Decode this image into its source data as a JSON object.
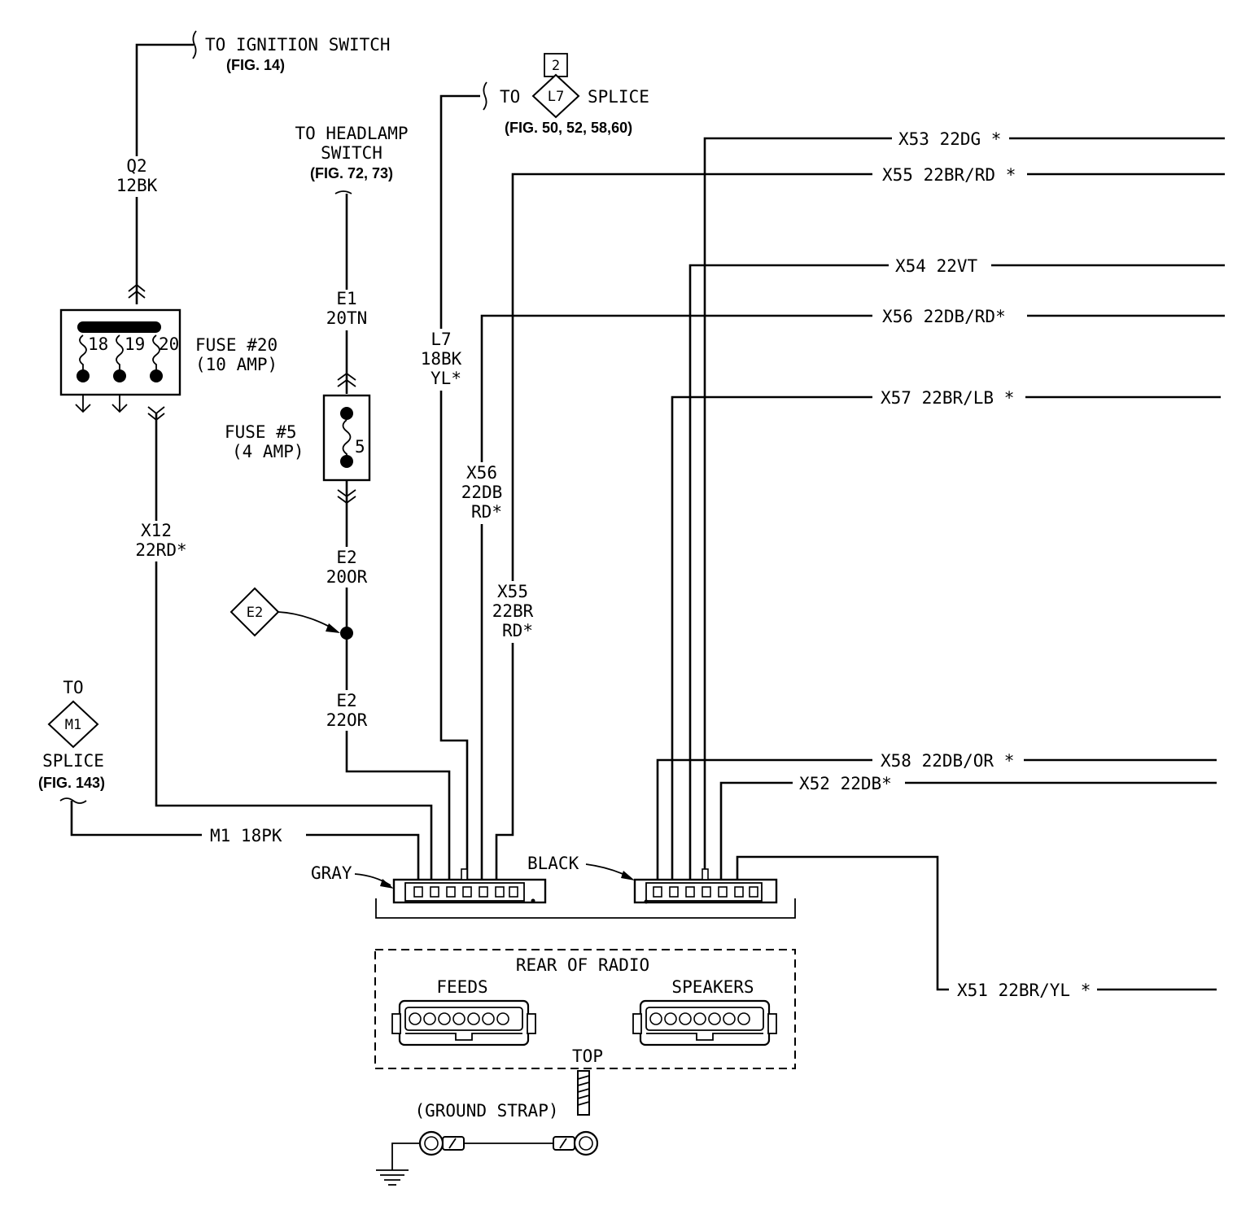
{
  "ignition": {
    "line1": "TO IGNITION SWITCH",
    "ref": "(FIG. 14)"
  },
  "l7_splice": {
    "to": "TO",
    "connector_id": "L7",
    "splice": "SPLICE",
    "badge": "2",
    "ref": "(FIG. 50, 52, 58,60)"
  },
  "headlamp": {
    "line1": "TO HEADLAMP",
    "line2": "SWITCH",
    "ref": "(FIG. 72, 73)"
  },
  "fuse20": {
    "title": "FUSE #20",
    "rating": "(10 AMP)",
    "terminals": [
      "18",
      "19",
      "20"
    ]
  },
  "fuse5": {
    "title": "FUSE #5",
    "rating": "(4 AMP)",
    "number": "5"
  },
  "m1_splice": {
    "to": "TO",
    "connector_id": "M1",
    "splice": "SPLICE",
    "ref": "(FIG. 143)"
  },
  "e2_marker": "E2",
  "wires": {
    "q2": {
      "circuit": "Q2",
      "gauge": "12BK"
    },
    "e1": {
      "circuit": "E1",
      "gauge": "20TN"
    },
    "l7": {
      "circuit": "L7",
      "gauge": "18BK",
      "tracer": "YL*"
    },
    "x56v": {
      "circuit": "X56",
      "gauge": "22DB",
      "tracer": "RD*"
    },
    "x55v": {
      "circuit": "X55",
      "gauge": "22BR",
      "tracer": "RD*"
    },
    "x12": {
      "circuit": "X12",
      "gauge": "22RD*"
    },
    "e2a": {
      "circuit": "E2",
      "gauge": "20OR"
    },
    "e2b": {
      "circuit": "E2",
      "gauge": "22OR"
    },
    "m1": "M1 18PK",
    "x53": "X53 22DG *",
    "x55": "X55 22BR/RD *",
    "x54": "X54 22VT",
    "x56": "X56 22DB/RD*",
    "x57": "X57 22BR/LB *",
    "x58": "X58 22DB/OR *",
    "x52": "X52 22DB*",
    "x51": "X51 22BR/YL *"
  },
  "connectors": {
    "gray": "GRAY",
    "black": "BLACK"
  },
  "radio": {
    "title": "REAR OF RADIO",
    "feeds": "FEEDS",
    "speakers": "SPEAKERS",
    "top": "TOP"
  },
  "ground_strap": "(GROUND STRAP)"
}
